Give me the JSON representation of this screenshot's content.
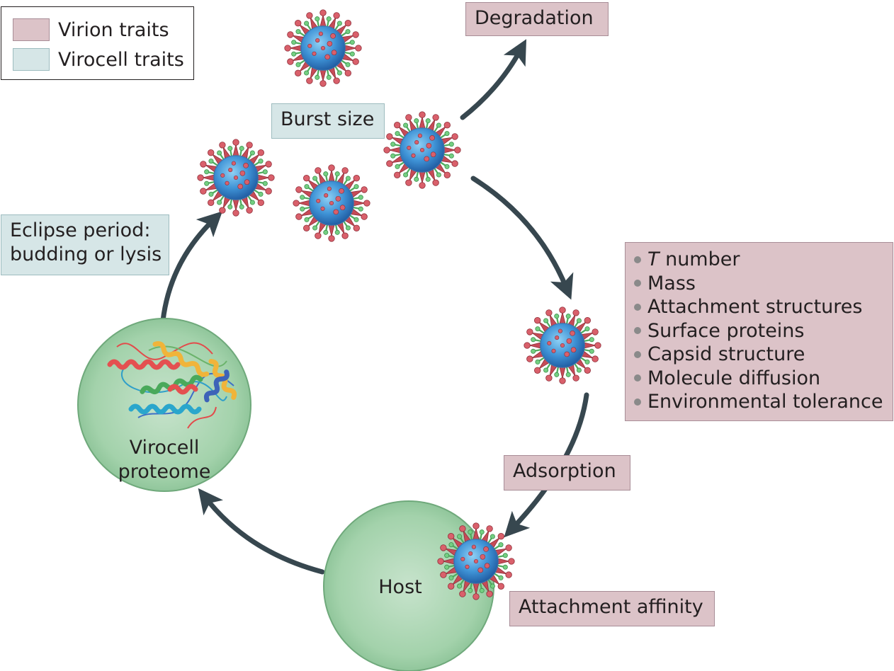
{
  "legend": {
    "virion_label": "Virion traits",
    "virocell_label": "Virocell traits",
    "virion_color": "#dcc3c8",
    "virocell_color": "#d6e6e7"
  },
  "labels": {
    "degradation": "Degradation",
    "burst_size": "Burst size",
    "eclipse_line1": "Eclipse period:",
    "eclipse_line2": "budding or lysis",
    "adsorption": "Adsorption",
    "attachment_affinity": "Attachment affinity"
  },
  "virion_trait_list": {
    "t_number_italic": "T",
    "t_number_rest": " number",
    "items": [
      "Mass",
      "Attachment structures",
      "Surface proteins",
      "Capsid structure",
      "Molecule diffusion",
      "Environmental tolerance"
    ]
  },
  "cells": {
    "virocell_line1": "Virocell",
    "virocell_line2": "proteome",
    "host": "Host"
  },
  "colors": {
    "arrow": "#37474f",
    "cell_green": "#8cc49a",
    "capsid_blue": "#3f8fd2",
    "spike_red": "#c64b57",
    "spike_green": "#5cbf6b"
  }
}
